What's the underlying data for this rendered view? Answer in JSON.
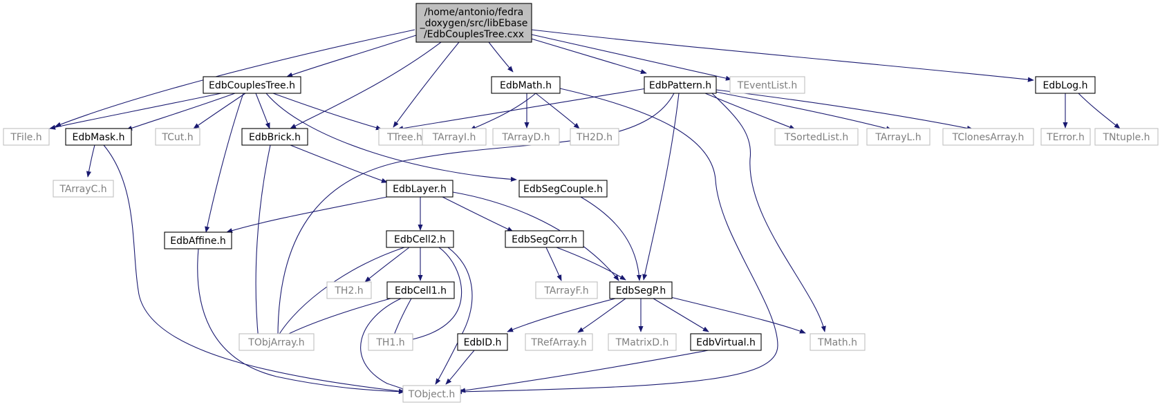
{
  "graph": {
    "root": {
      "id": "root",
      "lines": [
        "/home/antonio/fedra",
        "_doxygen/src/libEbase",
        "/EdbCouplesTree.cxx"
      ]
    },
    "nodes": [
      {
        "id": "n_EdbCouplesTree",
        "label": "EdbCouplesTree.h",
        "kind": "local"
      },
      {
        "id": "n_EdbMath",
        "label": "EdbMath.h",
        "kind": "local"
      },
      {
        "id": "n_EdbPattern",
        "label": "EdbPattern.h",
        "kind": "local"
      },
      {
        "id": "n_TEventList",
        "label": "TEventList.h",
        "kind": "system"
      },
      {
        "id": "n_EdbLog",
        "label": "EdbLog.h",
        "kind": "local"
      },
      {
        "id": "n_TFile",
        "label": "TFile.h",
        "kind": "system"
      },
      {
        "id": "n_EdbMask",
        "label": "EdbMask.h",
        "kind": "local"
      },
      {
        "id": "n_TCut",
        "label": "TCut.h",
        "kind": "system"
      },
      {
        "id": "n_EdbBrick",
        "label": "EdbBrick.h",
        "kind": "local"
      },
      {
        "id": "n_TTree",
        "label": "TTree.h",
        "kind": "system"
      },
      {
        "id": "n_TArrayI",
        "label": "TArrayI.h",
        "kind": "system"
      },
      {
        "id": "n_TArrayD",
        "label": "TArrayD.h",
        "kind": "system"
      },
      {
        "id": "n_TH2D",
        "label": "TH2D.h",
        "kind": "system"
      },
      {
        "id": "n_TSortedList",
        "label": "TSortedList.h",
        "kind": "system"
      },
      {
        "id": "n_TArrayL",
        "label": "TArrayL.h",
        "kind": "system"
      },
      {
        "id": "n_TClonesArray",
        "label": "TClonesArray.h",
        "kind": "system"
      },
      {
        "id": "n_TError",
        "label": "TError.h",
        "kind": "system"
      },
      {
        "id": "n_TNtuple",
        "label": "TNtuple.h",
        "kind": "system"
      },
      {
        "id": "n_TArrayC",
        "label": "TArrayC.h",
        "kind": "system"
      },
      {
        "id": "n_EdbLayer",
        "label": "EdbLayer.h",
        "kind": "local"
      },
      {
        "id": "n_EdbSegCouple",
        "label": "EdbSegCouple.h",
        "kind": "local"
      },
      {
        "id": "n_EdbAffine",
        "label": "EdbAffine.h",
        "kind": "local"
      },
      {
        "id": "n_EdbCell2",
        "label": "EdbCell2.h",
        "kind": "local"
      },
      {
        "id": "n_EdbSegCorr",
        "label": "EdbSegCorr.h",
        "kind": "local"
      },
      {
        "id": "n_TH2",
        "label": "TH2.h",
        "kind": "system"
      },
      {
        "id": "n_EdbCell1",
        "label": "EdbCell1.h",
        "kind": "local"
      },
      {
        "id": "n_TArrayF",
        "label": "TArrayF.h",
        "kind": "system"
      },
      {
        "id": "n_EdbSegP",
        "label": "EdbSegP.h",
        "kind": "local"
      },
      {
        "id": "n_TObjArray",
        "label": "TObjArray.h",
        "kind": "system"
      },
      {
        "id": "n_TH1",
        "label": "TH1.h",
        "kind": "system"
      },
      {
        "id": "n_EdbID",
        "label": "EdbID.h",
        "kind": "local"
      },
      {
        "id": "n_TRefArray",
        "label": "TRefArray.h",
        "kind": "system"
      },
      {
        "id": "n_TMatrixD",
        "label": "TMatrixD.h",
        "kind": "system"
      },
      {
        "id": "n_EdbVirtual",
        "label": "EdbVirtual.h",
        "kind": "local"
      },
      {
        "id": "n_TMath",
        "label": "TMath.h",
        "kind": "system"
      },
      {
        "id": "n_TObject",
        "label": "TObject.h",
        "kind": "system"
      }
    ],
    "colors": {
      "edge": "#191970",
      "root_fill": "#bfbfbf",
      "local_border": "#000000",
      "system_border": "#bfbfbf",
      "local_text": "#000000",
      "system_text": "#7f7f7f"
    }
  }
}
